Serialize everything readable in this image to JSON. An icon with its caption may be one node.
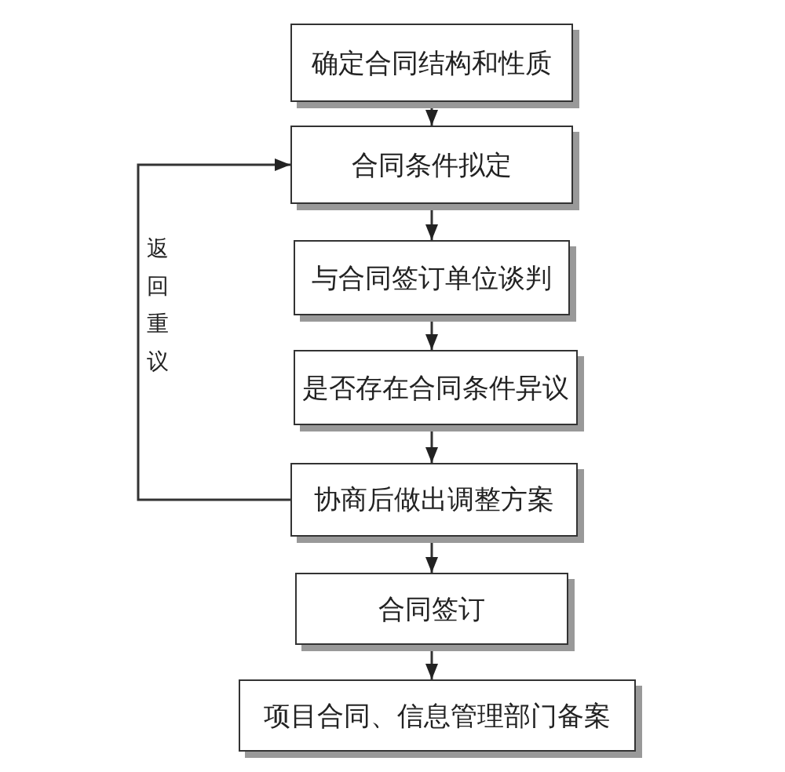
{
  "diagram": {
    "nodes": [
      {
        "text": [
          "确定合同结构和性质"
        ]
      },
      {
        "text": [
          "合同条件拟定"
        ]
      },
      {
        "text": [
          "与合同签订单位谈判"
        ]
      },
      {
        "text": [
          "是否存在合同条件异议"
        ]
      },
      {
        "text": [
          "协商后做出调整方案"
        ]
      },
      {
        "text": [
          "合同签订"
        ]
      },
      {
        "text": [
          "项目合同、信息管理部门备案"
        ]
      }
    ],
    "edges": [
      {
        "from": 0,
        "to": 1,
        "arrow": "to"
      },
      {
        "from": 1,
        "to": 2,
        "arrow": "to"
      },
      {
        "from": 2,
        "to": 3,
        "arrow": "to"
      },
      {
        "from": 3,
        "to": 4,
        "arrow": "to"
      },
      {
        "from": 4,
        "to": 5,
        "arrow": "to"
      },
      {
        "from": 5,
        "to": 6,
        "arrow": "to"
      },
      {
        "from": 4,
        "to": 1,
        "arrow": "to",
        "label": "返回重议"
      }
    ]
  }
}
